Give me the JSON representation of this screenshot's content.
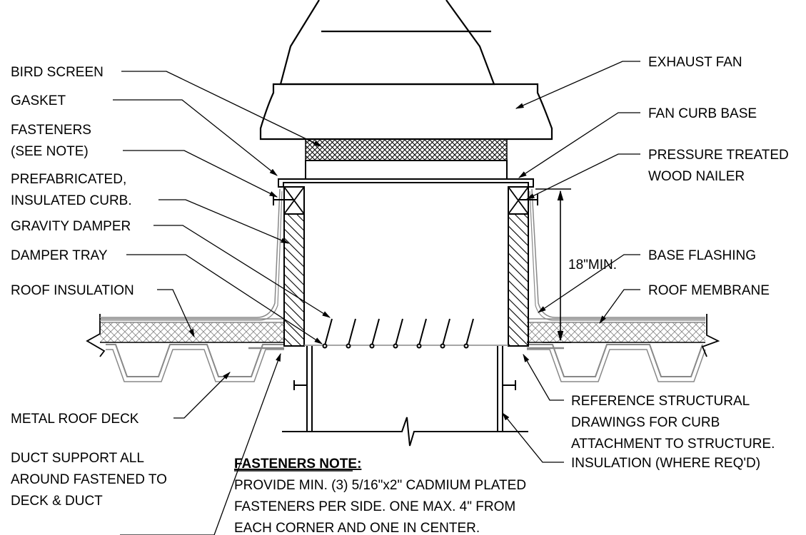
{
  "labels": {
    "bird_screen": "BIRD SCREEN",
    "gasket": "GASKET",
    "fasteners_1": "FASTENERS",
    "fasteners_2": "(SEE NOTE)",
    "prefab_1": "PREFABRICATED,",
    "prefab_2": "INSULATED CURB.",
    "gravity_damper": "GRAVITY DAMPER",
    "damper_tray": "DAMPER TRAY",
    "roof_insulation": "ROOF INSULATION",
    "metal_roof_deck": "METAL ROOF DECK",
    "duct_support_1": "DUCT SUPPORT ALL",
    "duct_support_2": "AROUND FASTENED TO",
    "duct_support_3": "DECK & DUCT",
    "exhaust_fan": "EXHAUST FAN",
    "fan_curb_base": "FAN CURB BASE",
    "nailer_1": "PRESSURE TREATED",
    "nailer_2": "WOOD NAILER",
    "min_height": "18\"MIN.",
    "base_flashing": "BASE FLASHING",
    "roof_membrane": "ROOF MEMBRANE",
    "reference_1": "REFERENCE STRUCTURAL",
    "reference_2": "DRAWINGS FOR CURB",
    "reference_3": "ATTACHMENT TO STRUCTURE.",
    "insulation_req": "INSULATION (WHERE REQ'D)"
  },
  "note": {
    "title": "FASTENERS NOTE:",
    "line1": "PROVIDE MIN. (3) 5/16\"x2\" CADMIUM PLATED",
    "line2": "FASTENERS PER SIDE. ONE MAX. 4\" FROM",
    "line3": "EACH CORNER AND ONE IN CENTER."
  }
}
